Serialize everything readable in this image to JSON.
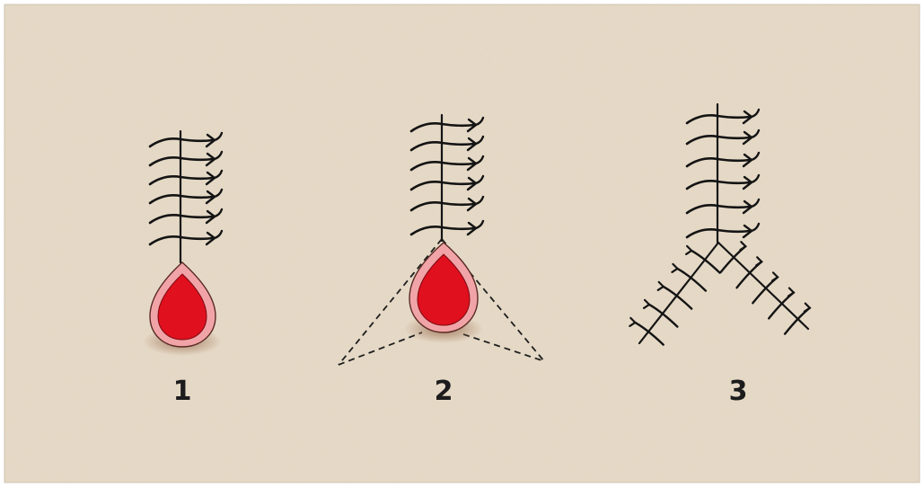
{
  "steps": [
    {
      "number": "1"
    },
    {
      "number": "2"
    },
    {
      "number": "3"
    }
  ],
  "colors": {
    "background": "#e8dcc9",
    "background_speckle": "#dccfba",
    "suture": "#141414",
    "wound_fill": "#e0101f",
    "wound_inner_dot": "#c30c18",
    "wound_rim": "#f1a4a7",
    "wound_shadow": "#b58a6c",
    "guide_line": "#1e1e1e",
    "label": "#1c1c1c"
  },
  "icons": [
    "tear-drop-wound-icon",
    "running-suture-icon",
    "y-shaped-suture-icon"
  ]
}
